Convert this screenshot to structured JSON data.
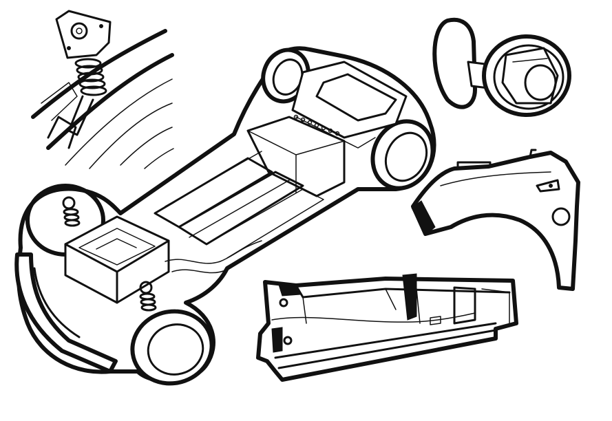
{
  "illustration": {
    "subject": "automotive-parts-line-art",
    "colors": {
      "ink": "#111111",
      "paper": "#ffffff"
    },
    "parts": [
      {
        "id": "suspension-strut-detail",
        "icon": "coil-spring-strut-icon"
      },
      {
        "id": "chassis-platform",
        "icon": "car-chassis-icon"
      },
      {
        "id": "fuel-filler-door",
        "icon": "fuel-door-icon"
      },
      {
        "id": "front-fender",
        "icon": "fender-panel-icon"
      },
      {
        "id": "floor-panel-tunnel",
        "icon": "floor-pan-icon"
      }
    ]
  }
}
